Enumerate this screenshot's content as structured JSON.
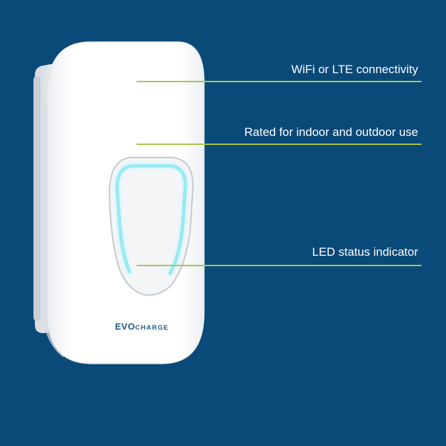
{
  "callouts": [
    {
      "label": "WiFi or LTE connectivity"
    },
    {
      "label": "Rated for indoor and outdoor use"
    },
    {
      "label": "LED status indicator"
    }
  ],
  "brand": {
    "primary": "EVO",
    "secondary": "CHARGE"
  },
  "colors": {
    "background": "#0a4a79",
    "accent_line": "#a9c64a",
    "led_glow": "#7fe3f0",
    "brand_text": "#1c5a8a"
  },
  "icons": [
    "ev-charger-device",
    "led-status-ring"
  ]
}
